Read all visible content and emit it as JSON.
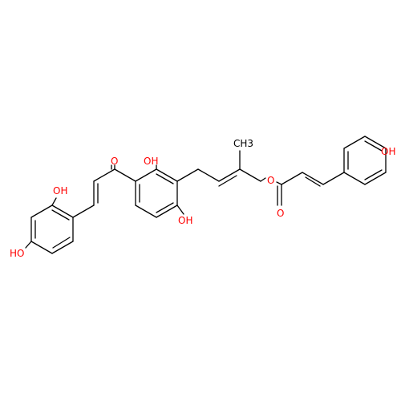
{
  "colors": {
    "background": "#ffffff",
    "bond": "#000000",
    "oxygen": "#ff0000",
    "carbon_label": "#000000"
  },
  "labels": {
    "oh_a": "OH",
    "ho_b": "HO",
    "o_ketone": "O",
    "oh_c": "OH",
    "oh_d": "OH",
    "ch3": "CH3",
    "o_ester": "O",
    "o_carbonyl": "O",
    "oh_e": "OH"
  }
}
